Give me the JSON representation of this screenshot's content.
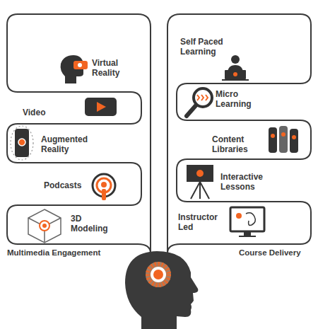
{
  "diagram": {
    "labels": [
      "Virtual Reality",
      "Self Paced Learning",
      "Video",
      "Micro Learning",
      "Augmented Reality",
      "Content Libraries",
      "Podcasts",
      "Interactive Lessons",
      "3D Modeling",
      "Instructor Led",
      "Multimedia Engagement",
      "Course Delivery"
    ]
  }
}
